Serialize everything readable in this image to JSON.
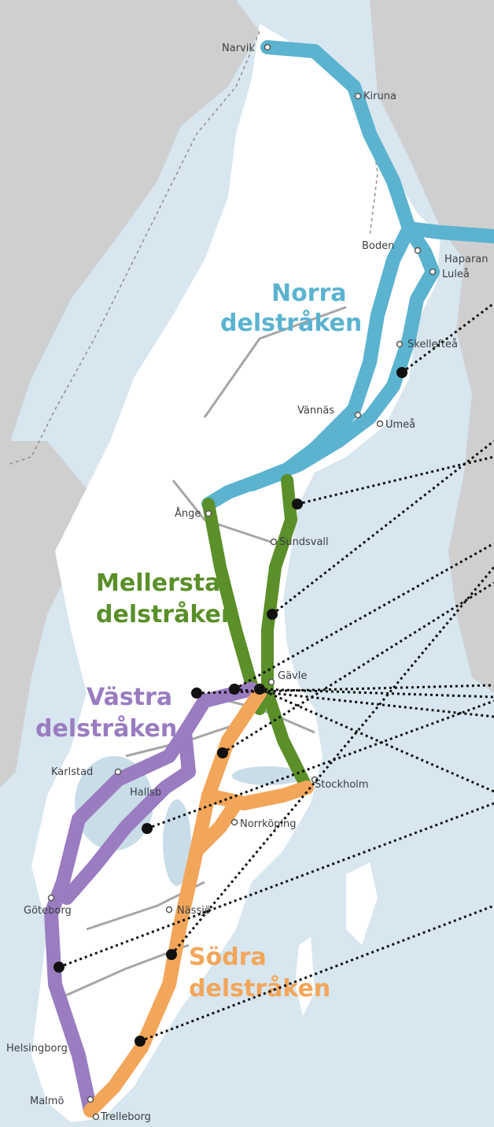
{
  "colors": {
    "sea": "#d8e6ef",
    "land": "#ffffff",
    "neighbor_land": "#c8c8c8",
    "norra": "#5bb3cf",
    "mellersta": "#5a8f29",
    "vastra": "#9a7cc0",
    "sodra": "#f2a65a",
    "callout_line": "#111111"
  },
  "regions": {
    "norra_line1": "Norra",
    "norra_line2": "delstråken",
    "mellersta_line1": "Mellersta",
    "mellersta_line2": "delstråken",
    "vastra_line1": "Västra",
    "vastra_line2": "delstråken",
    "sodra_line1": "Södra",
    "sodra_line2": "delstråken"
  },
  "cities": {
    "narvik": "Narvik",
    "kiruna": "Kiruna",
    "boden": "Boden",
    "haparanda": "Haparan",
    "lulea": "Luleå",
    "skelleftea": "Skellefteå",
    "vannas": "Vännäs",
    "umea": "Umeå",
    "ange": "Ånge",
    "sundsvall": "Sundsvall",
    "gavle": "Gävle",
    "karlstad": "Karlstad",
    "hallsberg": "Hallsb",
    "stockholm": "Stockholm",
    "norrkoping": "Norrköping",
    "goteborg": "Göteborg",
    "nassjo": "Nässjö",
    "helsingborg": "Helsingborg",
    "malmo": "Malmö",
    "trelleborg": "Trelleborg"
  }
}
